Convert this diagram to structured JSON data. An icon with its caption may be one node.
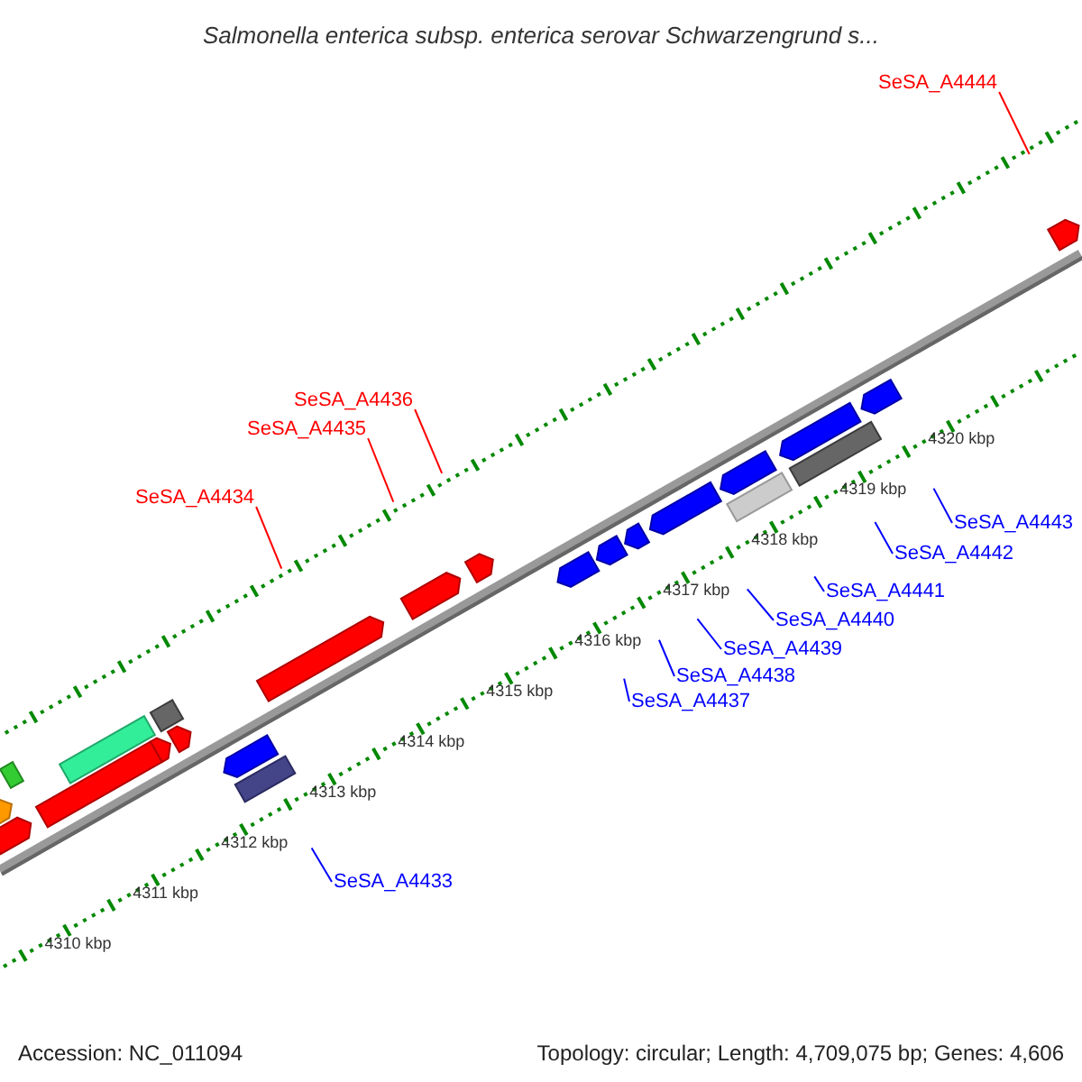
{
  "diagram": {
    "title": "Salmonella enterica subsp. enterica serovar Schwarzengrund s...",
    "nodes": [
      {
        "text": [
          "SeSA_A4444"
        ]
      },
      {
        "text": [
          "SeSA_A4436"
        ]
      },
      {
        "text": [
          "SeSA_A4435"
        ]
      },
      {
        "text": [
          "SeSA_A4434"
        ]
      },
      {
        "text": [
          "SeSA_A4443"
        ]
      },
      {
        "text": [
          "SeSA_A4442"
        ]
      },
      {
        "text": [
          "SeSA_A4441"
        ]
      },
      {
        "text": [
          "SeSA_A4440"
        ]
      },
      {
        "text": [
          "SeSA_A4439"
        ]
      },
      {
        "text": [
          "SeSA_A4438"
        ]
      },
      {
        "text": [
          "SeSA_A4437"
        ]
      },
      {
        "text": [
          "SeSA_A4433"
        ]
      }
    ],
    "edges": [
      {
        "from": 0,
        "to": null,
        "arrow": "none",
        "color": "#ff0000"
      },
      {
        "from": 1,
        "to": null,
        "arrow": "none",
        "color": "#ff0000"
      },
      {
        "from": 2,
        "to": null,
        "arrow": "none",
        "color": "#ff0000"
      },
      {
        "from": 3,
        "to": null,
        "arrow": "none",
        "color": "#ff0000"
      },
      {
        "from": 4,
        "to": null,
        "arrow": "none"
      },
      {
        "from": 5,
        "to": null,
        "arrow": "none"
      },
      {
        "from": 6,
        "to": null,
        "arrow": "none"
      },
      {
        "from": 7,
        "to": null,
        "arrow": "none"
      },
      {
        "from": 8,
        "to": null,
        "arrow": "none"
      },
      {
        "from": 9,
        "to": null,
        "arrow": "none"
      },
      {
        "from": 10,
        "to": null,
        "arrow": "none"
      },
      {
        "from": 11,
        "to": null,
        "arrow": "none"
      }
    ],
    "labels": [
      "4320 kbp",
      "4319 kbp",
      "4318 kbp",
      "4317 kbp",
      "4316 kbp",
      "4315 kbp",
      "4314 kbp",
      "4313 kbp",
      "4312 kbp",
      "4311 kbp",
      "4310 kbp",
      "Accession: NC_011094",
      "Topology: circular; Length: 4,709,075 bp; Genes: 4,606"
    ]
  }
}
